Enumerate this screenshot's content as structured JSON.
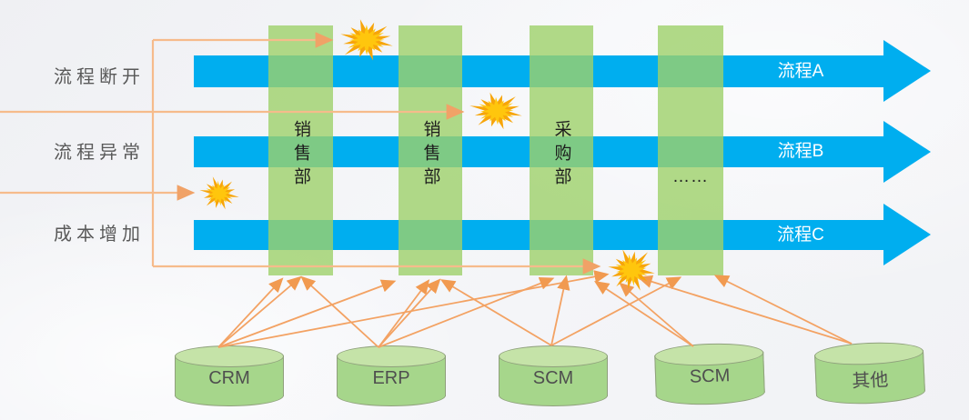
{
  "issues": {
    "items": [
      {
        "label": "流程断开"
      },
      {
        "label": "流程异常"
      },
      {
        "label": "成本增加"
      }
    ]
  },
  "processes": {
    "items": [
      {
        "label": "流程A"
      },
      {
        "label": "流程B"
      },
      {
        "label": "流程C"
      }
    ]
  },
  "departments": {
    "items": [
      {
        "label": "销售部"
      },
      {
        "label": "销售部"
      },
      {
        "label": "采购部"
      },
      {
        "label": "……"
      }
    ]
  },
  "systems": {
    "items": [
      {
        "label": "CRM"
      },
      {
        "label": "ERP"
      },
      {
        "label": "SCM"
      },
      {
        "label": "SCM"
      },
      {
        "label": "其他"
      }
    ]
  },
  "colors": {
    "process_blue": "#00AEEF",
    "department_green": "#9DD16A",
    "system_green": "#A6D68B",
    "system_top_green": "#C5E3A8",
    "connector_orange": "#F6B787",
    "arrow_orange": "#F19A50",
    "burst_outer": "#F7A50A",
    "burst_inner": "#FFC60D",
    "label_gray": "#595959"
  }
}
